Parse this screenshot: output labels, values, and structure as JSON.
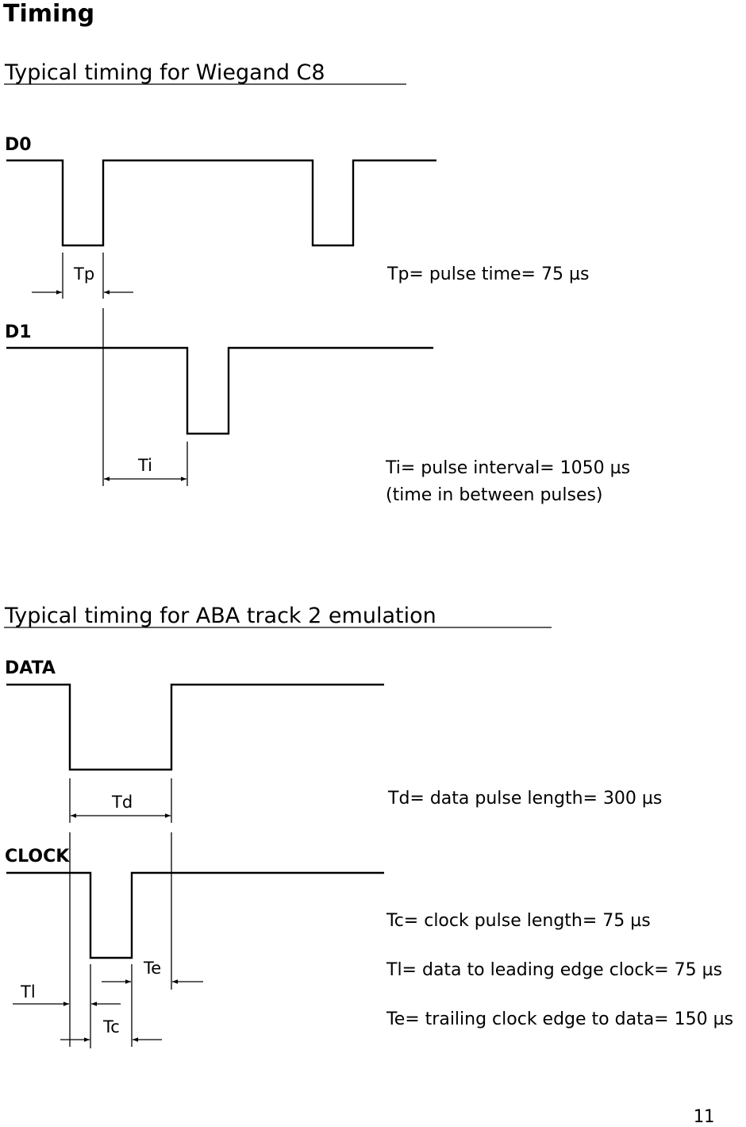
{
  "page_title": "Timing",
  "page_number": "11",
  "wiegand": {
    "heading": "Typical timing for Wiegand C8",
    "signals": {
      "d0": "D0",
      "d1": "D1"
    },
    "labels": {
      "tp": "Tp",
      "ti": "Ti"
    },
    "notes": {
      "tp": "Tp= pulse time= 75 µs",
      "ti": "Ti= pulse interval= 1050 µs",
      "ti_detail": "(time in between pulses)"
    }
  },
  "aba": {
    "heading": "Typical timing for ABA track 2 emulation",
    "signals": {
      "data": "DATA",
      "clock": "CLOCK"
    },
    "labels": {
      "td": "Td",
      "te": "Te",
      "tl": "Tl",
      "tc": "Tc"
    },
    "notes": {
      "td": "Td= data pulse length= 300 µs",
      "tc": "Tc= clock pulse length= 75 µs",
      "tl": "Tl= data to leading edge clock= 75 µs",
      "te": "Te= trailing clock edge to data= 150 µs"
    }
  }
}
